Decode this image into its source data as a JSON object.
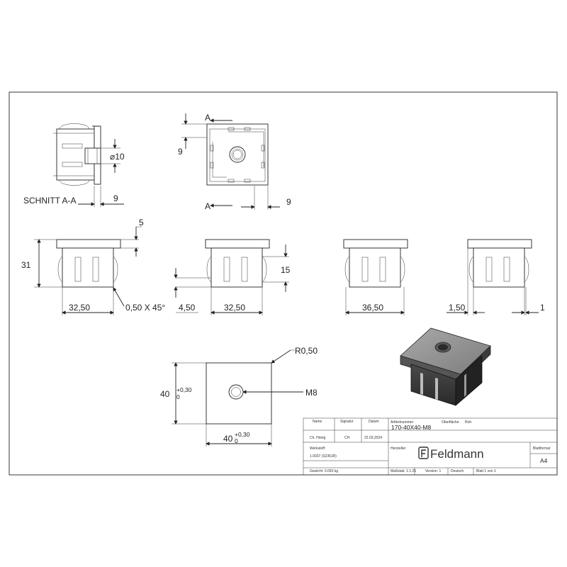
{
  "views": {
    "section_label": "SCHNITT A-A",
    "section_mark": "A",
    "dims": {
      "hole_dia": "⌀10",
      "side_9": "9",
      "top_9_left": "9",
      "top_9_bottom": "9",
      "h_31": "31",
      "top_5": "5",
      "w_32_50_a": "32,50",
      "chamfer": "0,50 X 45°",
      "w_4_50": "4,50",
      "w_32_50_b": "32,50",
      "h_15": "15",
      "w_36_50": "36,50",
      "w_1_50": "1,50",
      "w_1": "1",
      "radius": "R0,50",
      "thread": "M8",
      "plate_h": "40",
      "plate_w": "40",
      "tol_upper": "+0,30",
      "tol_lower": "0"
    }
  },
  "title_block": {
    "h_name": "Name",
    "h_signatur": "Signatur",
    "h_datum": "Datum",
    "v_name": "Ch. Hönig",
    "v_signatur": "CH",
    "v_datum": "22.03.2024",
    "h_artikelnummer": "Artikelnummer",
    "h_oberflaeche": "Oberfläche:",
    "v_oberflaeche": "Roh",
    "article": "170-40X40-M8",
    "h_werkstoff": "Werkstoff:",
    "v_werkstoff": "1.0037 (S235JR)",
    "h_hersteller": "Hersteller",
    "brand": "Feldmann",
    "h_blattformat": "Blattformat",
    "v_blattformat": "A4",
    "gewicht": "Gewicht: 0.093 kg",
    "massstab": "Maßstab: 1:1.25",
    "version": "Version: 1",
    "sprache": "Deutsch",
    "blatt": "Blatt 1 von 1"
  }
}
